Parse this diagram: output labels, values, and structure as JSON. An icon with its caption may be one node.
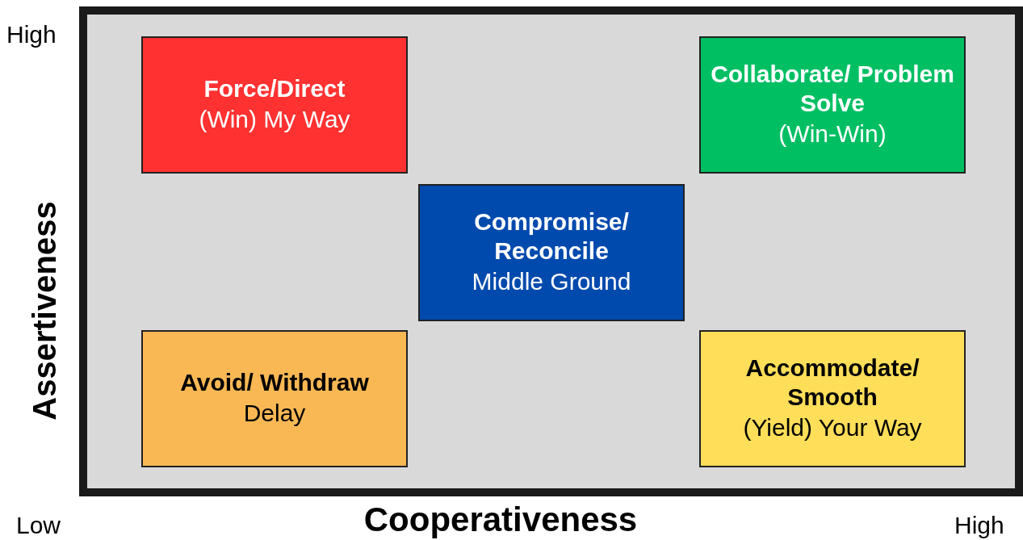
{
  "diagram": {
    "nodes": [
      {
        "text": [
          "Force/Direct",
          "(Win) My Way"
        ]
      },
      {
        "text": [
          "Collaborate/ Problem Solve",
          "(Win-Win)"
        ]
      },
      {
        "text": [
          "Compromise/ Reconcile",
          "Middle Ground"
        ]
      },
      {
        "text": [
          "Avoid/ Withdraw",
          "Delay"
        ]
      },
      {
        "text": [
          "Accommodate/ Smooth",
          "(Yield) Your Way"
        ]
      }
    ],
    "labels": [
      "High",
      "Assertiveness",
      "Low",
      "Cooperativeness",
      "High"
    ]
  }
}
